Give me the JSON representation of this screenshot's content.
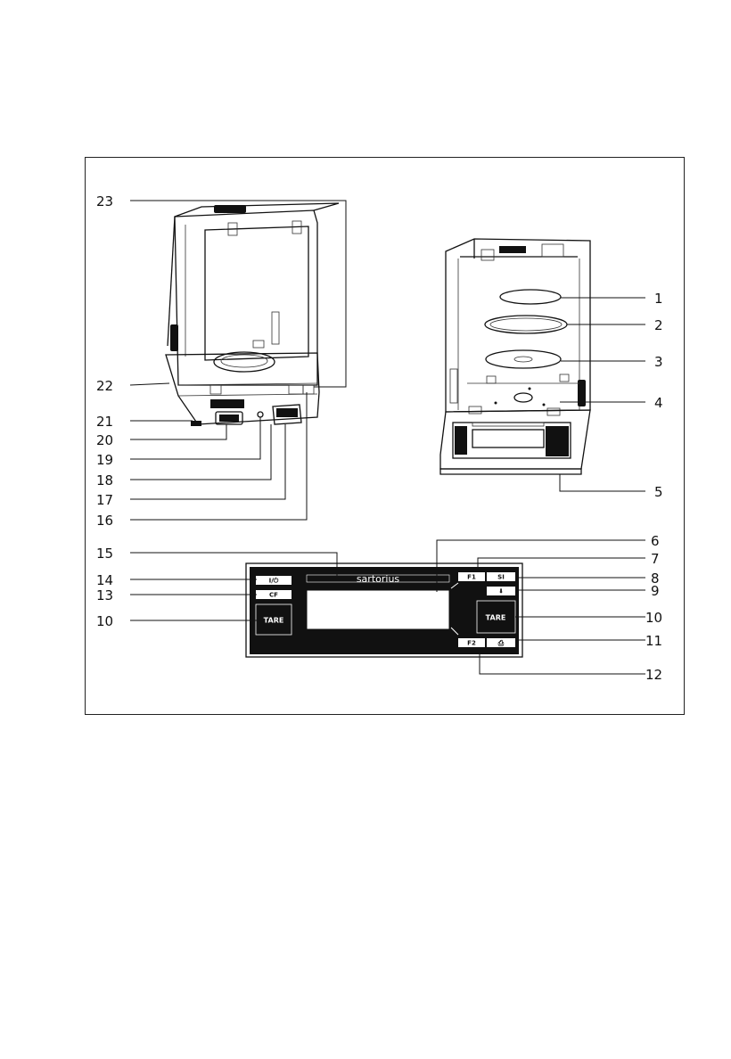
{
  "callouts": [
    {
      "n": "1",
      "text": "1"
    },
    {
      "n": "2",
      "text": "2"
    },
    {
      "n": "3",
      "text": "3"
    },
    {
      "n": "4",
      "text": "4"
    },
    {
      "n": "5",
      "text": "5"
    },
    {
      "n": "6",
      "text": "6"
    },
    {
      "n": "7",
      "text": "7"
    },
    {
      "n": "8",
      "text": "8"
    },
    {
      "n": "9",
      "text": "9"
    },
    {
      "n": "10a",
      "text": "10"
    },
    {
      "n": "10b",
      "text": "10"
    },
    {
      "n": "11",
      "text": "11"
    },
    {
      "n": "12",
      "text": "12"
    },
    {
      "n": "13",
      "text": "13"
    },
    {
      "n": "14",
      "text": "14"
    },
    {
      "n": "15",
      "text": "15"
    },
    {
      "n": "16",
      "text": "16"
    },
    {
      "n": "17",
      "text": "17"
    },
    {
      "n": "18",
      "text": "18"
    },
    {
      "n": "19",
      "text": "19"
    },
    {
      "n": "20",
      "text": "20"
    },
    {
      "n": "21",
      "text": "21"
    },
    {
      "n": "22",
      "text": "22"
    },
    {
      "n": "23",
      "text": "23"
    }
  ],
  "panel": {
    "brand": "sartorius",
    "key_onoff": "I/⏻",
    "key_cf": "CF",
    "key_tare_left": "TARE",
    "key_f1": "F1",
    "key_si": "SI",
    "key_down": "⬇",
    "key_tare_right": "TARE",
    "key_print": "⎙",
    "key_f2": "F2"
  }
}
